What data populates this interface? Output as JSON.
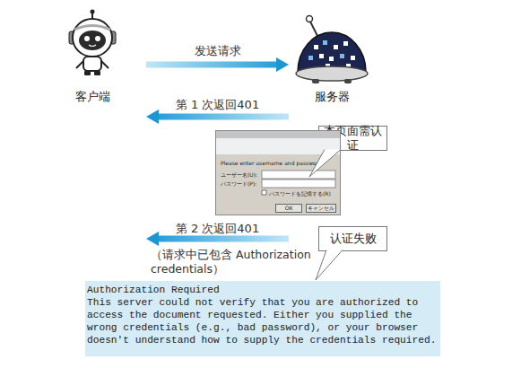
{
  "diagram": {
    "nodes": [
      {
        "text": [
          "客户端"
        ]
      },
      {
        "text": [
          "服务器"
        ]
      },
      {
        "text": [
          "本页面需认证"
        ]
      },
      {
        "text": [
          "Please enter username and password",
          "ユーザー名(U):",
          "パスワード(P):",
          "パスワードを記憶する(R)",
          "OK",
          "キャンセル"
        ]
      },
      {
        "text": [
          "认证失败"
        ]
      },
      {
        "text": [
          "Authorization Required",
          "This server could not verify that you are authorized to access the document requested. Either you supplied the wrong credentials (e.g., bad password), or your browser doesn't understand how to supply the credentials required."
        ]
      }
    ],
    "edges": [
      {
        "from": 0,
        "to": 1,
        "label": "发送请求",
        "arrow": "to"
      },
      {
        "from": 1,
        "to": 0,
        "label": "第 1 次返回401",
        "arrow": "to"
      },
      {
        "from": 1,
        "to": 0,
        "label": "第 2 次返回401",
        "arrow": "to"
      }
    ],
    "labels": [
      "（请求中已包含 Authorization credentials）"
    ]
  }
}
